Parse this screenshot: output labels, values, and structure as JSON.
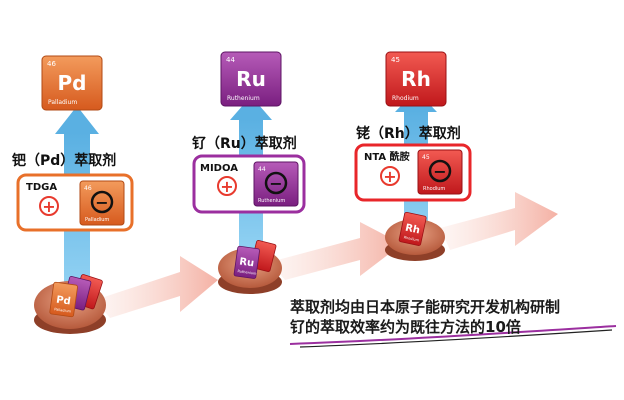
{
  "elements": {
    "pd": {
      "number": "46",
      "symbol": "Pd",
      "name": "Palladium"
    },
    "ru": {
      "number": "44",
      "symbol": "Ru",
      "name": "Ruthenium"
    },
    "rh": {
      "number": "45",
      "symbol": "Rh",
      "name": "Rhodium"
    }
  },
  "extractants": {
    "pd": {
      "label": "钯（Pd）萃取剂",
      "agent": "TDGA"
    },
    "ru": {
      "label": "钌（Ru）萃取剂",
      "agent": "MIDOA"
    },
    "rh": {
      "label": "铑（Rh）萃取剂",
      "agent": "NTA 酰胺"
    }
  },
  "symbols": {
    "plus": "+",
    "minus": "−"
  },
  "caption": {
    "line1": "萃取剂均由日本原子能研究开发机构研制",
    "line2": "钌的萃取效率约为既往方法的10倍"
  },
  "colors": {
    "pd": "#e8702a",
    "ru": "#9b2f9f",
    "rh": "#e8262a",
    "arrow": "#7ec3ea",
    "flow": "#f3b3a7",
    "plus": "#e83a2e",
    "dish": "#c8674a"
  }
}
